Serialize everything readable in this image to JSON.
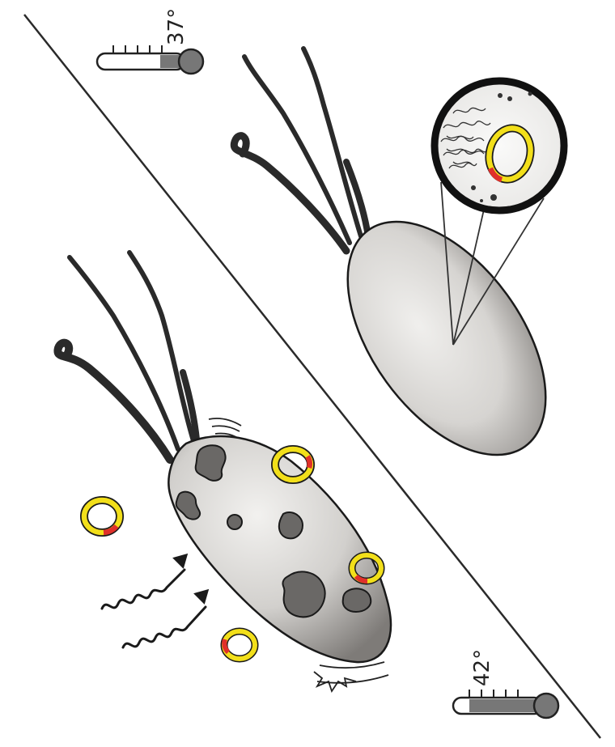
{
  "illustration": {
    "temperature_top": "37°",
    "temperature_bottom": "42°",
    "colors": {
      "outline": "#1a1a1a",
      "cell_fill": "#d9d7d4",
      "cell_shade": "#8f8c89",
      "plasmid_ring": "#f2df1a",
      "plasmid_marker": "#e0302a",
      "thermometer_fill": "#777777"
    },
    "icons": [
      "thermometer-icon",
      "bacterium",
      "flagellum",
      "plasmid-ring",
      "magnifier-circle",
      "heat-wave-arrow-icon",
      "damaged-bacterium",
      "divider-line"
    ]
  }
}
